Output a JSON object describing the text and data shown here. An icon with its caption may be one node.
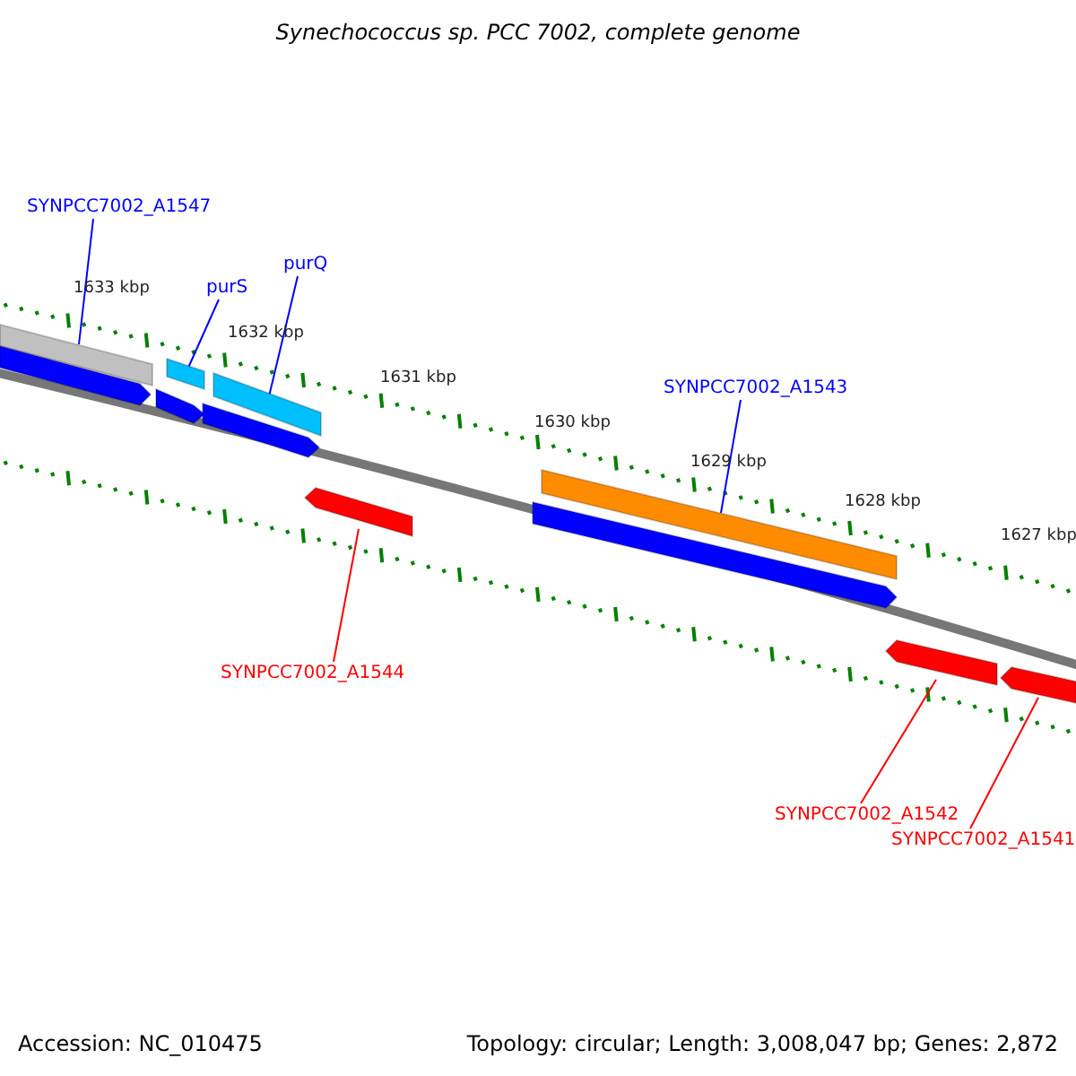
{
  "diagram": {
    "title": "Synechococcus sp. PCC 7002, complete genome",
    "nodes": [
      {
        "text": [
          "SYNPCC7002_A1547"
        ]
      },
      {
        "text": [
          "purS"
        ]
      },
      {
        "text": [
          "purQ"
        ]
      },
      {
        "text": [
          "SYNPCC7002_A1543"
        ]
      },
      {
        "text": [
          "SYNPCC7002_A1544"
        ]
      },
      {
        "text": [
          "SYNPCC7002_A1542"
        ]
      },
      {
        "text": [
          "SYNPCC7002_A1541"
        ]
      },
      {
        "text": [],
        "shape": "bar"
      },
      {
        "text": [],
        "shape": "bar"
      },
      {
        "text": [],
        "shape": "bar"
      },
      {
        "text": [],
        "shape": "bar"
      },
      {
        "text": [],
        "shape": "bar"
      },
      {
        "text": [],
        "shape": "bar"
      },
      {
        "text": [],
        "shape": "bar"
      }
    ],
    "edges": [
      {
        "from": 0,
        "to": 7,
        "arrow": "none"
      },
      {
        "from": 1,
        "to": 8,
        "arrow": "none"
      },
      {
        "from": 2,
        "to": 9,
        "arrow": "none"
      },
      {
        "from": 3,
        "to": 10,
        "arrow": "none"
      },
      {
        "from": 4,
        "to": 11,
        "arrow": "none",
        "color": "#ff0000"
      },
      {
        "from": 5,
        "to": 12,
        "arrow": "none",
        "color": "#ff0000"
      },
      {
        "from": 6,
        "to": 13,
        "arrow": "none",
        "color": "#ff0000"
      }
    ],
    "labels": [
      "1633 kbp",
      "1632 kbp",
      "1631 kbp",
      "1630 kbp",
      "1629 kbp",
      "1628 kbp",
      "1627 kbp",
      "Accession: NC_010475",
      "Topology: circular; Length: 3,008,047 bp; Genes: 2,872"
    ]
  }
}
